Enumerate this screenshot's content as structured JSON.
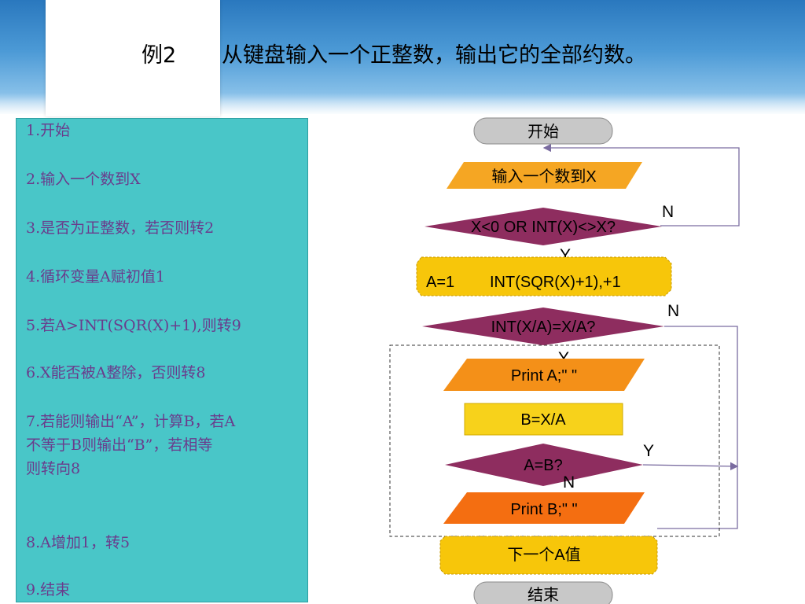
{
  "title": {
    "number": "例2",
    "text": "从键盘输入一个正整数，输出它的全部约数。"
  },
  "steps": [
    "1.开始",
    "2.输入一个数到X",
    "3.是否为正整数，若否则转2",
    "4.循环变量A赋初值1",
    "5.若A>INT(SQR(X)+1),则转9",
    "6.X能否被A整除，否则转8",
    "7.若能则输出“A”，计算B，若A",
    "不等于B则输出“B”，若相等",
    "则转向8",
    "8.A增加1，转5",
    "9.结束"
  ],
  "flowchart": {
    "start": "开始",
    "input": "输入一个数到X",
    "check": "X<0 OR INT(X)<>X?",
    "check_no": "N",
    "check_yes": "Y",
    "loop_init": "A=1",
    "loop_range": "INT(SQR(X)+1),+1",
    "divisible": "INT(X/A)=X/A?",
    "divisible_no": "N",
    "divisible_yes": "Y",
    "print_a": "Print A;\" \"",
    "calc_b": "B=X/A",
    "equal": "A=B?",
    "equal_yes": "Y",
    "equal_no": "N",
    "print_b": "Print B;\" \"",
    "next": "下一个A值",
    "end": "结束"
  },
  "colors": {
    "panel": "#49c6c8",
    "step_text": "#6a3c8c",
    "terminal": "#c8c8c8",
    "input": "#f5a623",
    "decision": "#8e2d5f",
    "loop": "#f7c60a",
    "print_a": "#f49018",
    "calc": "#f7d21b",
    "print_b": "#f46e11",
    "line": "#7a6ca0"
  }
}
